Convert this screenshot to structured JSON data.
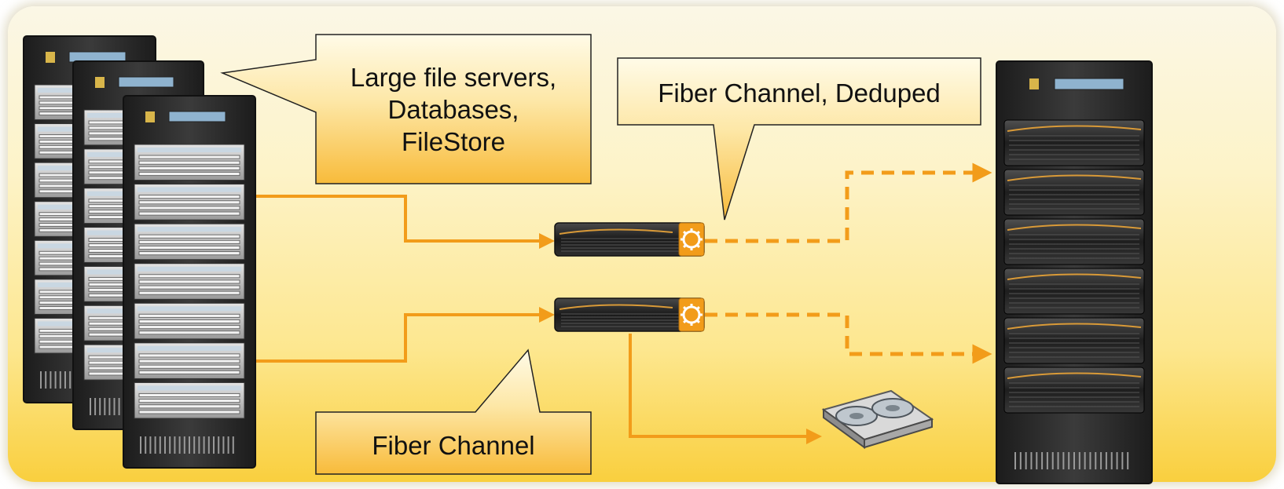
{
  "callouts": {
    "servers": "Large file servers,\nDatabases,\nFileStore",
    "dedup": "Fiber Channel, Deduped",
    "fc": "Fiber Channel"
  },
  "colors": {
    "accent": "#f29c1a",
    "callout_top": "#fffbe8",
    "callout_bottom": "#f8bb3a",
    "panel_bottom": "#f9cf3e"
  }
}
